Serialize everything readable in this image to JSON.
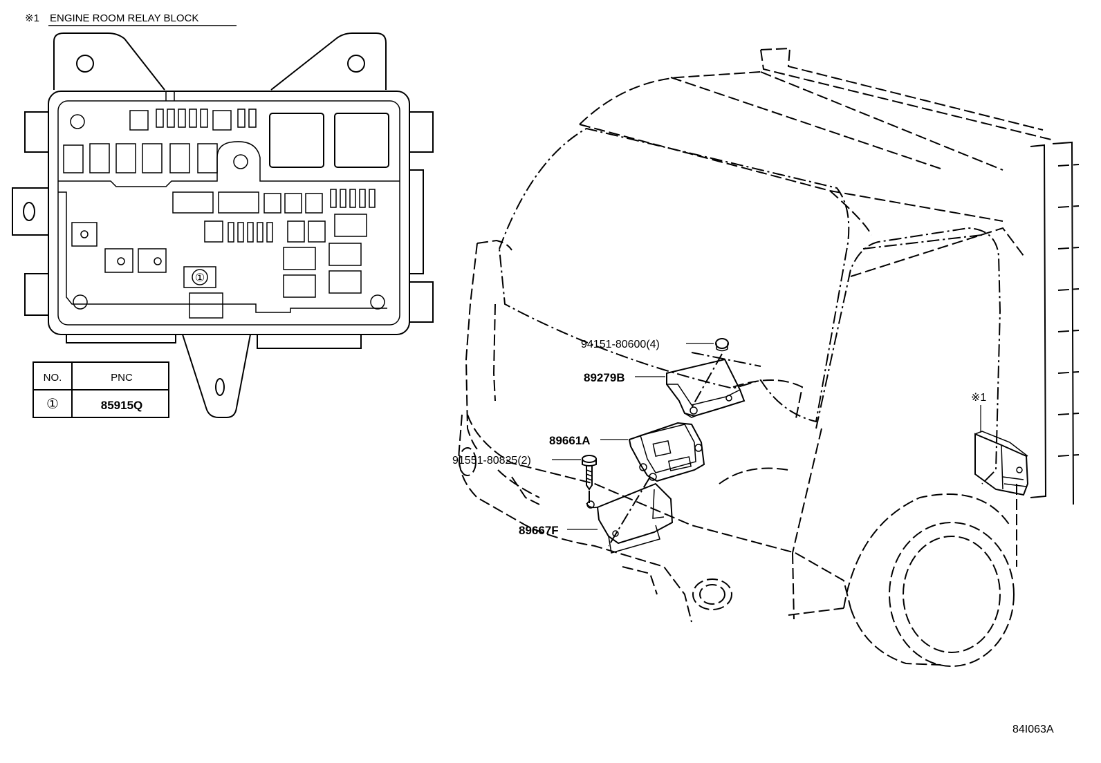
{
  "relay_block": {
    "mark": "※1",
    "title": "ENGINE ROOM RELAY BLOCK",
    "callout": "①"
  },
  "pnc_table": {
    "headers": [
      "NO.",
      "PNC"
    ],
    "rows": [
      {
        "no": "①",
        "pnc": "85915Q"
      }
    ]
  },
  "parts": {
    "p94151": "94151-80600(4)",
    "p89279b": "89279B",
    "p89661a": "89661A",
    "p91551": "91551-80825(2)",
    "p89667f": "89667F",
    "mark_ref": "※1"
  },
  "drawing_id": "84I063A"
}
